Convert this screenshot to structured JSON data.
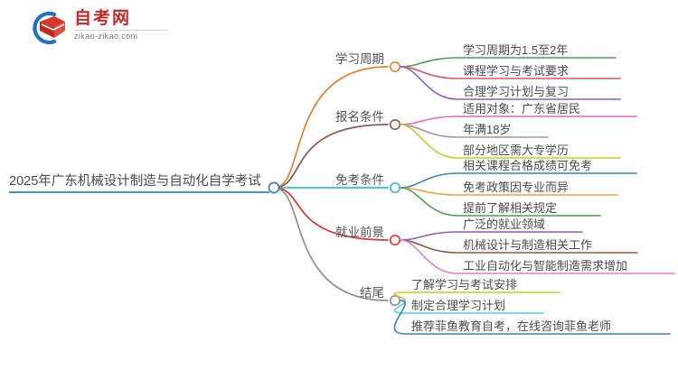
{
  "logo": {
    "name_cn": "自考网",
    "name_en": "zikao-zikao.com",
    "mark_name": "graduation-cap-logo-icon",
    "arc_color": "#1a73c4",
    "cap_color": "#d8352a",
    "text_color": "#c62828"
  },
  "center": {
    "title": "2025年广东机械设计制造与自动化自学考试",
    "underline_color": "#4a90c4",
    "node_color": "#2b7cc4"
  },
  "branches": [
    {
      "label": "学习周期",
      "color": "#f07f28",
      "children": [
        {
          "label": "学习周期为1.5至2年",
          "color": "#4f9e4f"
        },
        {
          "label": "课程学习与考试要求",
          "color": "#e8505b"
        },
        {
          "label": "合理学习计划与复习",
          "color": "#8e5fc4"
        }
      ]
    },
    {
      "label": "报名条件",
      "color": "#8a5a52",
      "children": [
        {
          "label": "适用对象：广东省居民",
          "color": "#e86bb5"
        },
        {
          "label": "年满18岁",
          "color": "#9a9a9a"
        },
        {
          "label": "部分地区需大专学历",
          "color": "#cccb22"
        }
      ]
    },
    {
      "label": "免考条件",
      "color": "#32c0d8",
      "children": [
        {
          "label": "相关课程合格成绩可免考",
          "color": "#3f7fc1"
        },
        {
          "label": "免考政策因专业而异",
          "color": "#f2a33c"
        },
        {
          "label": "提前了解相关规定",
          "color": "#4f9e4f"
        }
      ]
    },
    {
      "label": "就业前景",
      "color": "#e03434",
      "children": [
        {
          "label": "广泛的就业领域",
          "color": "#8e5fc4"
        },
        {
          "label": "机械设计与制造相关工作",
          "color": "#8a5a52"
        },
        {
          "label": "工业自动化与智能制造需求增加",
          "color": "#ee7ec8"
        }
      ]
    },
    {
      "label": "结尾",
      "color": "#8f8f8f",
      "children": [
        {
          "label": "了解学习与考试安排",
          "color": "#cccb22"
        },
        {
          "label": "制定合理学习计划",
          "color": "#4cd3e0"
        },
        {
          "label": "推荐菲鱼教育自考，在线咨询菲鱼老师",
          "color": "#3f7fc1"
        }
      ]
    }
  ]
}
